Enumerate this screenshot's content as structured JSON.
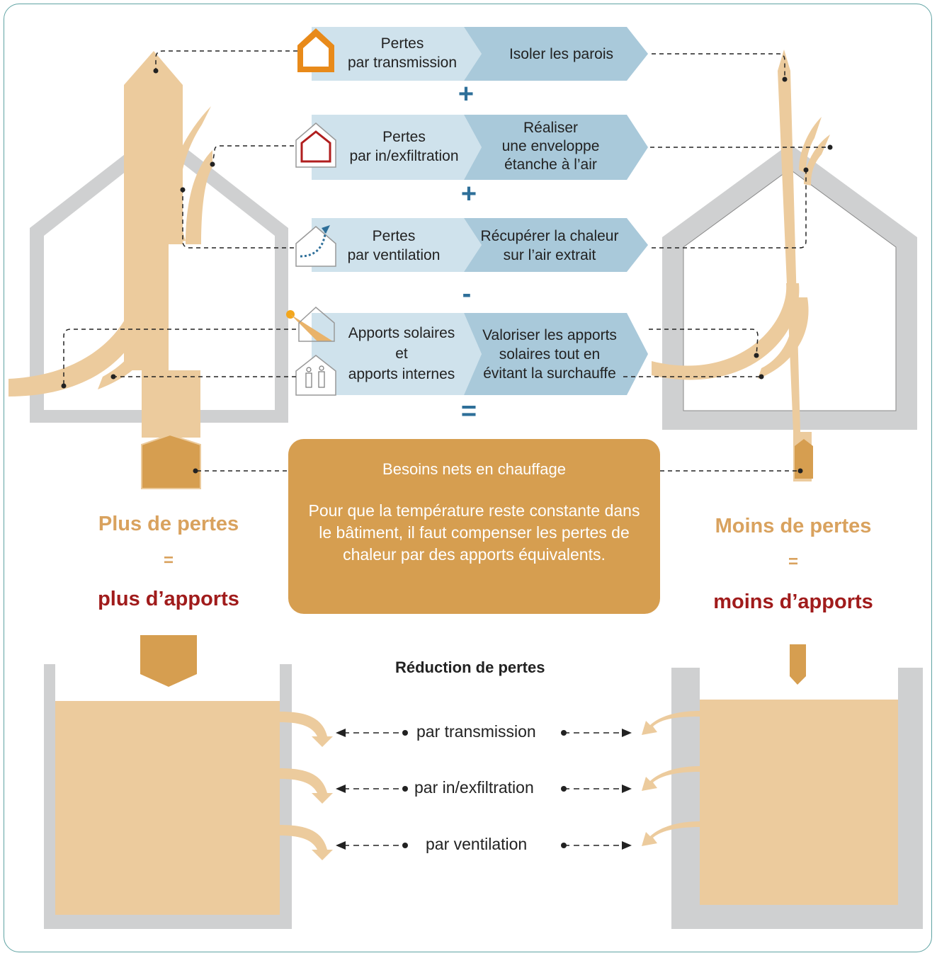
{
  "strategies": [
    {
      "loss": "Pertes\npar transmission",
      "action": "Isoler les parois",
      "operator": "+"
    },
    {
      "loss": "Pertes\npar in/exfiltration",
      "action": "Réaliser\nune enveloppe\nétanche à l’air",
      "operator": "+"
    },
    {
      "loss": "Pertes\npar ventilation",
      "action": "Récupérer la chaleur\nsur l’air extrait",
      "operator": "-"
    },
    {
      "loss": "Apports solaires\net\napports internes",
      "action": "Valoriser les apports\nsolaires tout en\névitant la surchauffe",
      "operator": "="
    }
  ],
  "needs_box": {
    "title": "Besoins nets en chauffage",
    "text": "Pour que la température reste constante dans le bâtiment, il faut compenser les pertes de chaleur par des apports équivalents."
  },
  "left_summary": {
    "line1": "Plus de pertes",
    "eq": "=",
    "line2": "plus d’apports"
  },
  "right_summary": {
    "line1": "Moins de pertes",
    "eq": "=",
    "line2": "moins d’apports"
  },
  "reduction": {
    "title": "Réduction de pertes",
    "items": [
      "par transmission",
      "par in/exfiltration",
      "par ventilation"
    ]
  },
  "colors": {
    "flow": "#eccb9d",
    "net": "#d69e50",
    "arrow_light": "#cfe2ec",
    "arrow_dark": "#a9c9da",
    "wall": "#cfd0d1",
    "operator": "#2e6f99",
    "accent_red": "#a01b1b"
  },
  "icons": [
    "house-transmission-icon",
    "house-airtight-icon",
    "house-ventilation-icon",
    "sun-icon",
    "house-solar-icon",
    "house-people-icon"
  ]
}
